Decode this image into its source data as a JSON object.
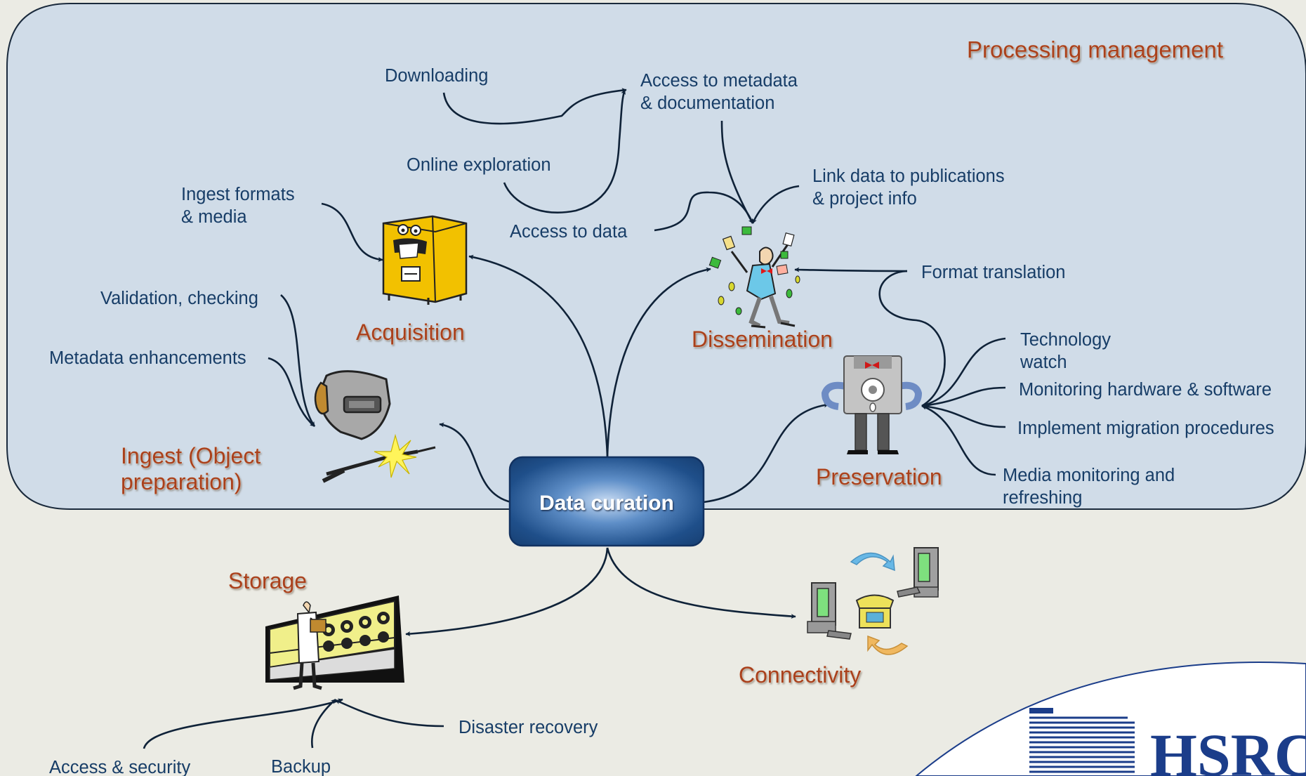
{
  "panel": {
    "title": "Processing management"
  },
  "center": {
    "label": "Data curation"
  },
  "nodes": {
    "acquisition": "Acquisition",
    "ingest_line1": "Ingest (Object",
    "ingest_line2": "preparation)",
    "dissemination": "Dissemination",
    "preservation": "Preservation",
    "storage": "Storage",
    "connectivity": "Connectivity"
  },
  "labels": {
    "downloading": "Downloading",
    "access_metadata_1": "Access to metadata",
    "access_metadata_2": "& documentation",
    "online_exploration": "Online exploration",
    "access_to_data": "Access to data",
    "link_data_1": "Link data to publications",
    "link_data_2": "& project info",
    "ingest_formats_1": "Ingest formats",
    "ingest_formats_2": "& media",
    "validation": "Validation, checking",
    "metadata_enh": "Metadata enhancements",
    "format_translation": "Format translation",
    "tech_watch_1": "Technology",
    "tech_watch_2": "watch",
    "monitoring_hw": "Monitoring hardware & software",
    "migration": "Implement migration procedures",
    "media_monitoring_1": "Media monitoring and",
    "media_monitoring_2": "refreshing",
    "disaster_recovery": "Disaster recovery",
    "access_security": "Access & security",
    "backup": "Backup"
  },
  "logo": {
    "text": "HSRC"
  },
  "colors": {
    "panel_fill": "#d0dce8",
    "background": "#ebebe4",
    "center_box": "#1f4f8a",
    "heading": "#a9401e",
    "label": "#173d67",
    "logo": "#1b3d8a"
  }
}
